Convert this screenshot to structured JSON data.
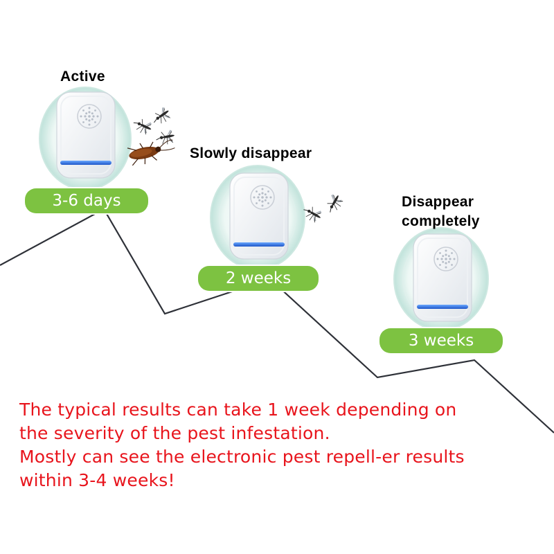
{
  "stages": [
    {
      "title": "Active",
      "duration": "3-6 days"
    },
    {
      "title": "Slowly disappear",
      "duration": "2 weeks"
    },
    {
      "title_lines": [
        "Disappear",
        "completely"
      ],
      "duration": "3 weeks"
    }
  ],
  "note": {
    "lines": [
      "The typical results can take 1 week depending on",
      "the severity of the pest infestation.",
      "Mostly can see the electronic pest repell-er results",
      "within 3-4 weeks!"
    ]
  },
  "colors": {
    "pill_green": "#7dc241",
    "note_red": "#e8141c",
    "trend_line": "#2e3138",
    "led_blue": "#1e66d8",
    "ring_teal": "#cfe9e3"
  },
  "icons": [
    "repeller-device-icon",
    "mosquito-icon",
    "cockroach-icon"
  ]
}
